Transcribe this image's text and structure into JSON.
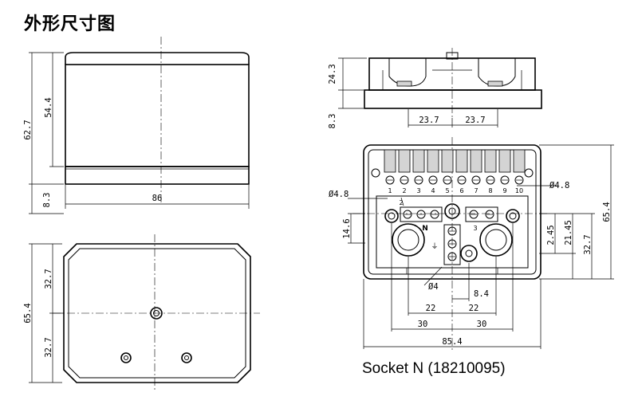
{
  "title": "外形尺寸图",
  "caption": "Socket N (18210095)",
  "dimensions": {
    "side_total_height": "62.7",
    "side_cover_height": "54.4",
    "side_base_height": "8.3",
    "side_width": "86",
    "top_height_total": "65.4",
    "top_half_upper": "32.7",
    "top_half_lower": "32.7",
    "socket_side_height": "24.3",
    "socket_side_base": "8.3",
    "socket_side_left": "23.7",
    "socket_side_right": "23.7",
    "socket_hole_left": "Ø4.8",
    "socket_hole_right": "Ø4.8",
    "socket_offset_left": "14.6",
    "socket_offset_right": "2.45",
    "socket_mid_right": "21.45",
    "socket_half_right": "32.7",
    "socket_total_right": "65.4",
    "socket_center_hole": "Ø4",
    "socket_center_offset": "8.4",
    "socket_inner_left": "22",
    "socket_inner_right": "22",
    "socket_outer_left": "30",
    "socket_outer_right": "30",
    "socket_total_width": "85.4"
  },
  "socket_labels": {
    "terminals": [
      "1",
      "2",
      "3",
      "4",
      "5",
      "6",
      "7",
      "8",
      "9",
      "10"
    ],
    "neutral": "N",
    "left_terminal": "2",
    "right_terminal": "3",
    "earth": "⏚"
  }
}
